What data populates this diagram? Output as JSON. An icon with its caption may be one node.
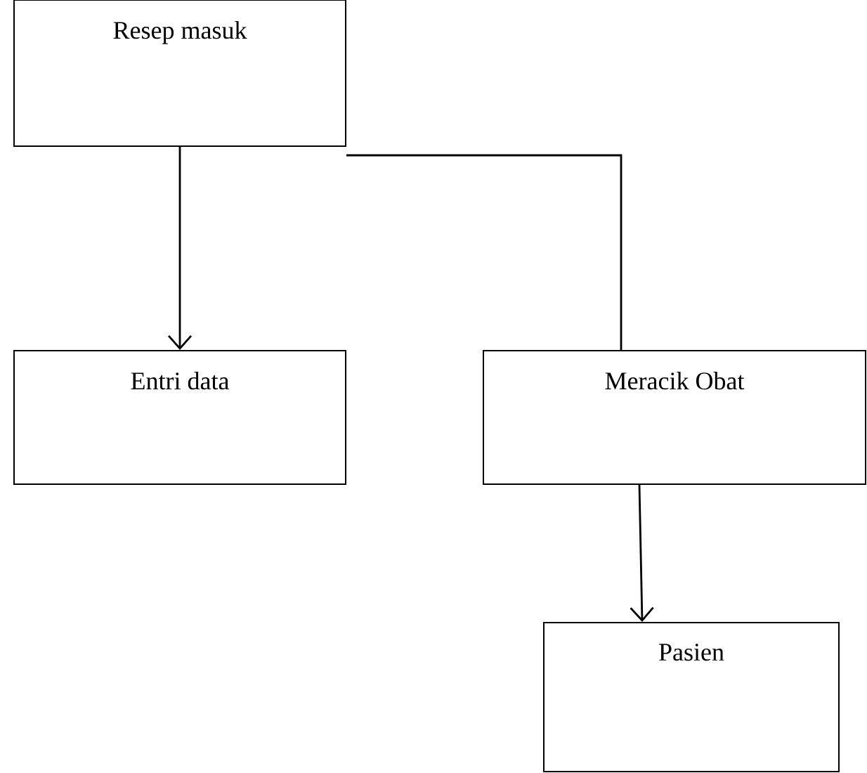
{
  "diagram": {
    "nodes": [
      {
        "text": [
          "Resep masuk"
        ]
      },
      {
        "text": [
          "Entri data"
        ]
      },
      {
        "text": [
          "Meracik Obat"
        ]
      },
      {
        "text": [
          "Pasien"
        ]
      }
    ],
    "edges": [
      {
        "from": 0,
        "to": 1,
        "arrow": "to"
      },
      {
        "from": 0,
        "to": 2,
        "arrow": "none"
      },
      {
        "from": 2,
        "to": 3,
        "arrow": "to"
      }
    ]
  }
}
